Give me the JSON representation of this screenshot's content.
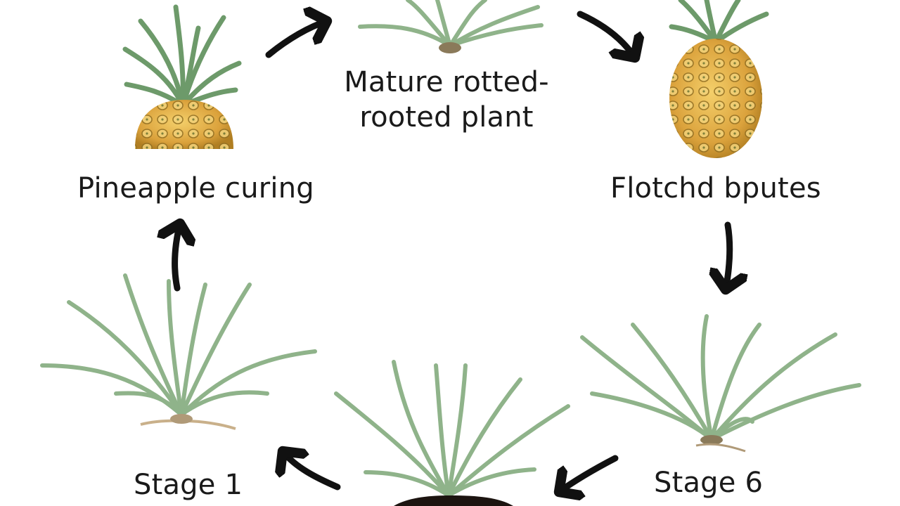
{
  "labels": {
    "top": "Mature rotted-rooted plant",
    "left": "Pineapple curing",
    "right": "Flotchd bputes",
    "stage1": "Stage 1",
    "stage6": "Stage 6"
  },
  "colors": {
    "leaf": "#8fb38a",
    "leaf_dark": "#6d9a6a",
    "fruit": "#e3b24a",
    "fruit_dark": "#9a7a2a",
    "soil": "#1c1410",
    "arrow": "#111111"
  }
}
